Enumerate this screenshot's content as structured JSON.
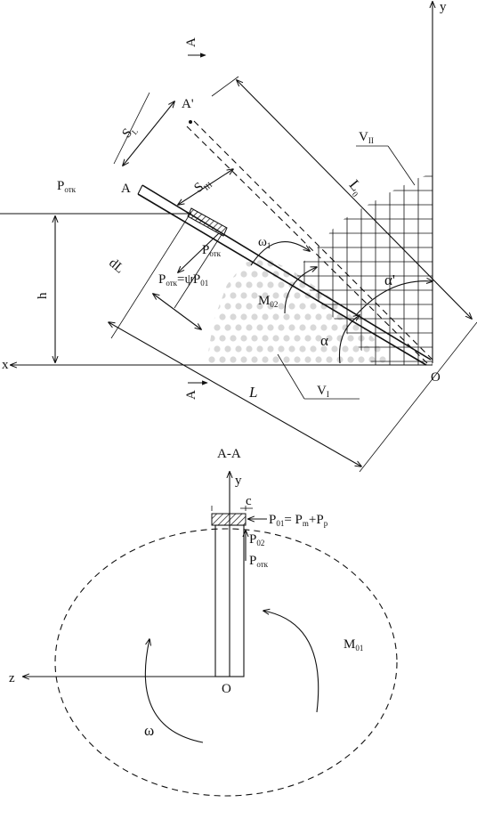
{
  "top_view": {
    "axis_x": "x",
    "axis_y": "y",
    "origin": "O",
    "section_marker_top": "A",
    "section_marker_bottom": "A",
    "point_A": "A",
    "point_A_prime": "A'",
    "S_L": {
      "main": "S",
      "sub": "L"
    },
    "S_III": {
      "main": "S",
      "sub": "III"
    },
    "P_otk_left": {
      "main": "P",
      "sub": "отк"
    },
    "P_otk_mid": {
      "main": "P",
      "sub": "отк"
    },
    "P_otk_psi": {
      "p": "P",
      "sub1": "отк",
      "eq": "=ψP",
      "sub2": "01"
    },
    "h": "h",
    "dL": "dL",
    "L": "L",
    "L0": {
      "main": "L",
      "sub": "0"
    },
    "omega1": {
      "main": "ω",
      "sub": "1"
    },
    "M02": {
      "main": "M",
      "sub": "02"
    },
    "alpha": "α",
    "alpha_prime": "α'",
    "V_II": {
      "main": "V",
      "sub": "II"
    },
    "V_I": {
      "main": "V",
      "sub": "I"
    }
  },
  "section_view": {
    "title": "A-A",
    "axis_y": "y",
    "axis_z": "z",
    "origin": "O",
    "c": "c",
    "P01_eq": {
      "p": "P",
      "sub1": "01",
      "eq": "= P",
      "sub2": "m",
      "plus": "+P",
      "sub3": "p"
    },
    "P02": {
      "main": "P",
      "sub": "02"
    },
    "P_otk": {
      "main": "P",
      "sub": "отк"
    },
    "M01": {
      "main": "M",
      "sub": "01"
    },
    "omega": "ω"
  }
}
